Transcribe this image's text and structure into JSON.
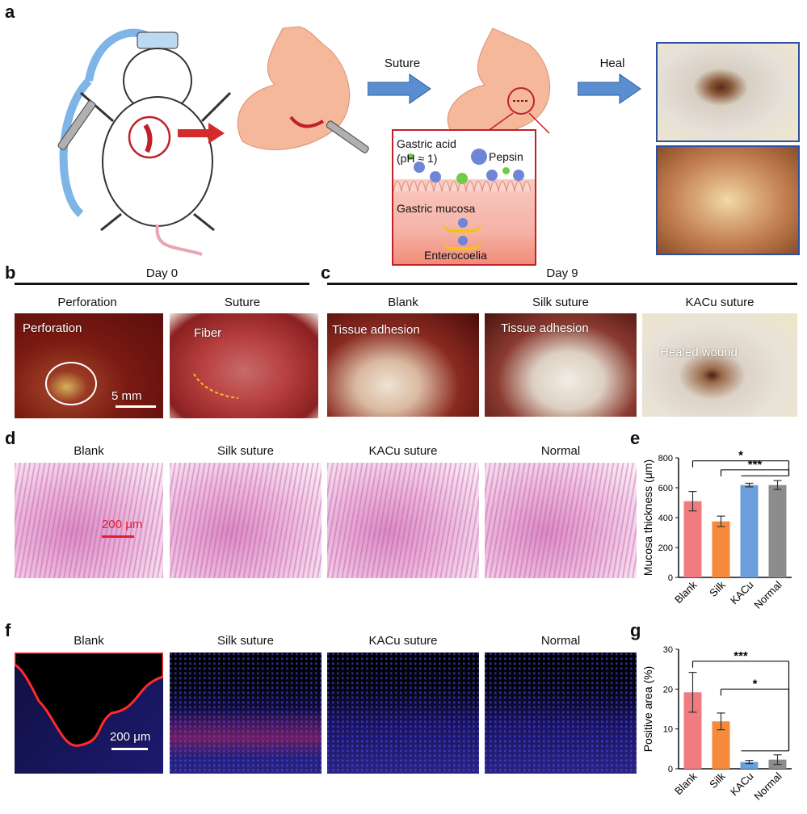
{
  "panel_labels": {
    "a": "a",
    "b": "b",
    "c": "c",
    "d": "d",
    "e": "e",
    "f": "f",
    "g": "g"
  },
  "schematic": {
    "suture_arrow": "Suture",
    "heal_arrow": "Heal",
    "gastric_acid": "Gastric acid",
    "ph": "(pH ≈ 1)",
    "pepsin": "Pepsin",
    "gastric_mucosa": "Gastric mucosa",
    "enterocoelia": "Enterocoelia"
  },
  "panel_b": {
    "header": "Day 0",
    "col1_title": "Perforation",
    "col2_title": "Suture",
    "photo1_label": "Perforation",
    "photo2_label": "Fiber",
    "scale_bar": "5 mm"
  },
  "panel_c": {
    "header": "Day 9",
    "col1_title": "Blank",
    "col2_title": "Silk suture",
    "col3_title": "KACu suture",
    "photo1_label": "Tissue adhesion",
    "photo2_label": "Tissue adhesion",
    "photo3_label": "Healed wound"
  },
  "panel_d": {
    "titles": [
      "Blank",
      "Silk suture",
      "KACu suture",
      "Normal"
    ],
    "scale_bar": "200 μm"
  },
  "panel_f": {
    "titles": [
      "Blank",
      "Silk suture",
      "KACu suture",
      "Normal"
    ],
    "scale_bar": "200 μm"
  },
  "colors": {
    "blank": "#f07b80",
    "silk": "#f58a3c",
    "kacu": "#6a9fdb",
    "normal": "#8c8c8c",
    "arrow_red": "#d42a2a",
    "arrow_blue": "#3a6fb5"
  },
  "chart_data": [
    {
      "type": "bar",
      "ylabel": "Mucosa thickness (μm)",
      "categories": [
        "Blank",
        "Silk",
        "KACu",
        "Normal"
      ],
      "values": [
        510,
        375,
        618,
        618
      ],
      "errors": [
        65,
        35,
        12,
        30
      ],
      "ylim": [
        0,
        800
      ],
      "yticks": [
        0,
        200,
        400,
        600,
        800
      ],
      "significance": [
        "*",
        "***"
      ]
    },
    {
      "type": "bar",
      "ylabel": "Positive area (%)",
      "categories": [
        "Blank",
        "Silk",
        "KACu",
        "Normal"
      ],
      "values": [
        19.2,
        11.9,
        1.7,
        2.3
      ],
      "errors": [
        5.0,
        2.1,
        0.4,
        1.2
      ],
      "ylim": [
        0,
        30
      ],
      "yticks": [
        0,
        10,
        20,
        30
      ],
      "significance": [
        "***",
        "*"
      ]
    }
  ]
}
